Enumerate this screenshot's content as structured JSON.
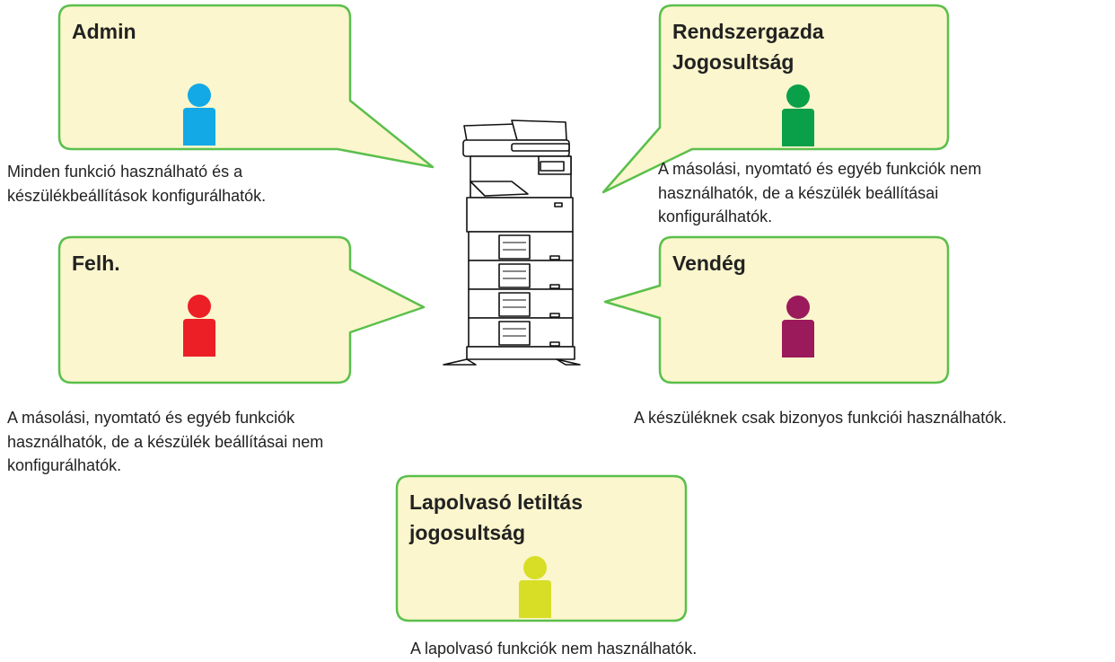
{
  "colors": {
    "balloon_fill": "#fbf6cd",
    "balloon_border": "#5bbf4c",
    "admin": "#12a9e6",
    "system_admin": "#0aa04a",
    "user": "#ec1f27",
    "guest": "#9b1a5b",
    "scan_disabled": "#d8de26"
  },
  "roles": {
    "admin": {
      "title": "Admin",
      "icon": "person-icon",
      "description": "Minden funkció használható és a\nkészülékbeállítások konfigurálhatók."
    },
    "system_admin": {
      "title": "Rendszergazda\nJogosultság",
      "icon": "person-icon",
      "description": "A másolási, nyomtató és egyéb funkciók nem\nhasználhatók, de a készülék beállításai\nkonfigurálhatók."
    },
    "user": {
      "title": "Felh.",
      "icon": "person-icon",
      "description": "A másolási, nyomtató és egyéb funkciók\nhasználhatók, de a készülék beállításai nem\nkonfigurálhatók."
    },
    "guest": {
      "title": "Vendég",
      "icon": "person-icon",
      "description": "A készüléknek csak bizonyos funkciói használhatók."
    },
    "scan_disabled": {
      "title": "Lapolvasó letiltás\njogosultság",
      "icon": "person-icon",
      "description": "A lapolvasó funkciók nem használhatók."
    }
  },
  "device": {
    "icon": "multifunction-printer-icon"
  }
}
